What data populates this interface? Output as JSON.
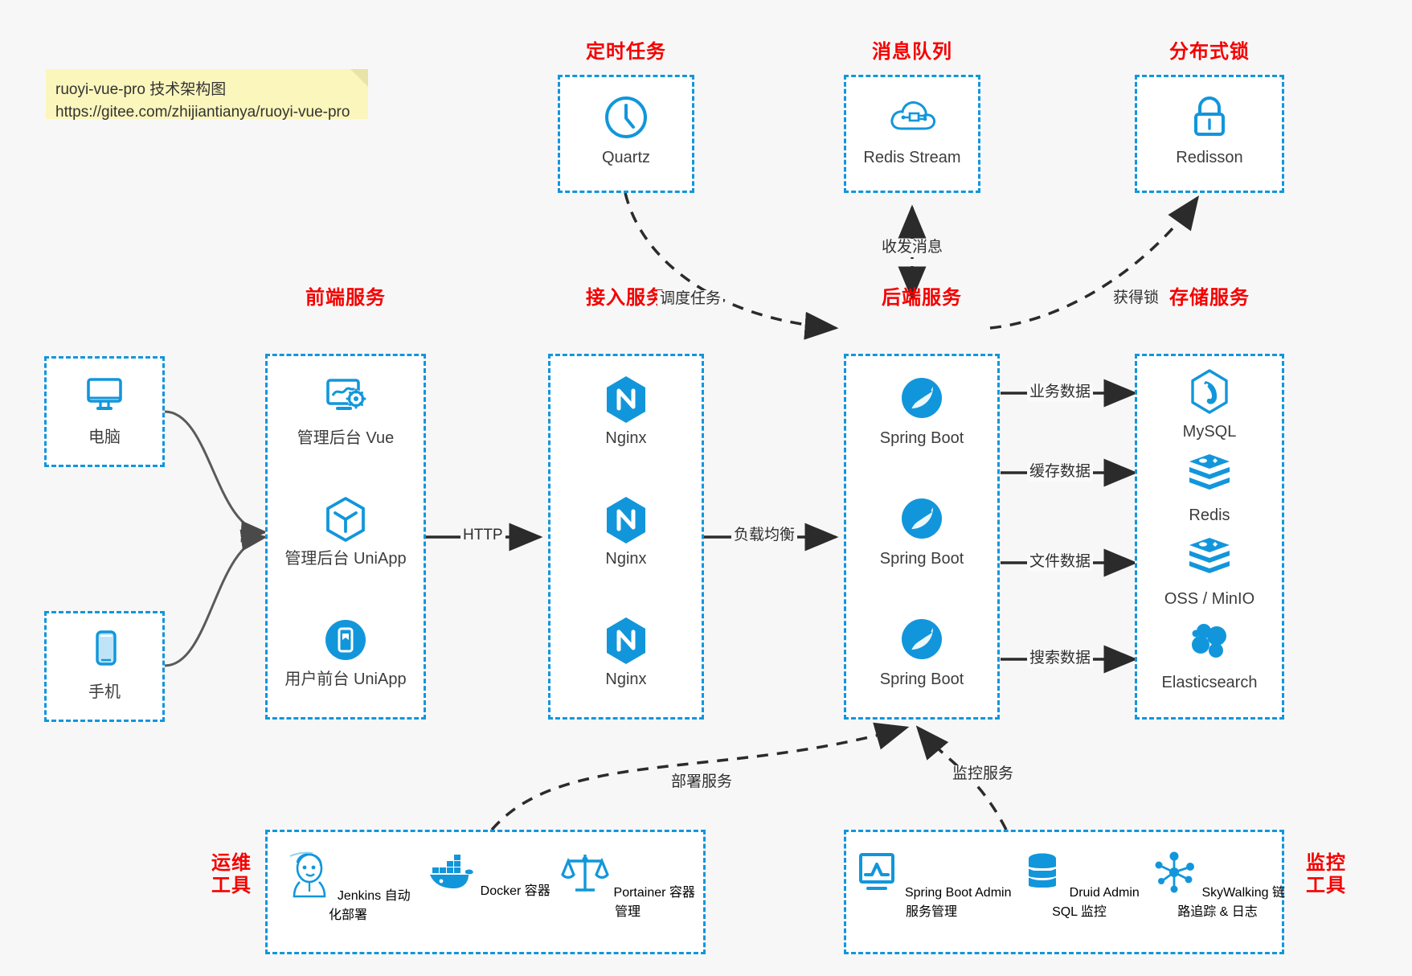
{
  "note": {
    "line1": "ruoyi-vue-pro 技术架构图",
    "line2": "https://gitee.com/zhijiantianya/ruoyi-vue-pro"
  },
  "colors": {
    "accent": "#1296db",
    "title_red": "#f40000",
    "note_bg": "#fbf6bc",
    "page_bg": "#f7f7f7",
    "text": "#3d3d3d"
  },
  "groups": {
    "scheduler": {
      "title": "定时任务",
      "nodes": [
        {
          "label": "Quartz",
          "icon": "clock-icon"
        }
      ]
    },
    "mq": {
      "title": "消息队列",
      "nodes": [
        {
          "label": "Redis Stream",
          "icon": "cloud-stream-icon"
        }
      ]
    },
    "lock": {
      "title": "分布式锁",
      "nodes": [
        {
          "label": "Redisson",
          "icon": "lock-icon"
        }
      ]
    },
    "clients": {
      "pc": {
        "label": "电脑",
        "icon": "monitor-icon"
      },
      "mobile": {
        "label": "手机",
        "icon": "phone-icon"
      }
    },
    "frontend": {
      "title": "前端服务",
      "nodes": [
        {
          "label": "管理后台 Vue",
          "icon": "dashboard-gear-icon"
        },
        {
          "label": "管理后台 UniApp",
          "icon": "hexagon-cube-icon"
        },
        {
          "label": "用户前台 UniApp",
          "icon": "app-square-icon"
        }
      ]
    },
    "gateway": {
      "title": "接入服务",
      "nodes": [
        {
          "label": "Nginx",
          "icon": "nginx-icon"
        },
        {
          "label": "Nginx",
          "icon": "nginx-icon"
        },
        {
          "label": "Nginx",
          "icon": "nginx-icon"
        }
      ]
    },
    "backend": {
      "title": "后端服务",
      "nodes": [
        {
          "label": "Spring Boot",
          "icon": "spring-boot-icon"
        },
        {
          "label": "Spring Boot",
          "icon": "spring-boot-icon"
        },
        {
          "label": "Spring Boot",
          "icon": "spring-boot-icon"
        }
      ]
    },
    "storage": {
      "title": "存储服务",
      "nodes": [
        {
          "label": "MySQL",
          "icon": "mysql-icon"
        },
        {
          "label": "Redis",
          "icon": "redis-icon"
        },
        {
          "label": "OSS / MinIO",
          "icon": "oss-minio-icon"
        },
        {
          "label": "Elasticsearch",
          "icon": "elasticsearch-icon"
        }
      ]
    },
    "devops": {
      "title_line1": "运维",
      "title_line2": "工具",
      "nodes": [
        {
          "label": "Jenkins",
          "sub": "自动化部署",
          "icon": "jenkins-icon"
        },
        {
          "label": "Docker",
          "sub": "容器",
          "icon": "docker-icon"
        },
        {
          "label": "Portainer",
          "sub": "容器管理",
          "icon": "scales-icon"
        }
      ]
    },
    "monitoring": {
      "title_line1": "监控",
      "title_line2": "工具",
      "nodes": [
        {
          "label": "Spring Boot Admin",
          "sub": "服务管理",
          "icon": "chart-monitor-icon"
        },
        {
          "label": "Druid Admin",
          "sub": "SQL 监控",
          "icon": "database-icon"
        },
        {
          "label": "SkyWalking",
          "sub": "链路追踪 & 日志",
          "icon": "skywalking-icon"
        }
      ]
    }
  },
  "edges": [
    {
      "id": "http",
      "label": "HTTP"
    },
    {
      "id": "load-balance",
      "label": "负载均衡"
    },
    {
      "id": "schedule-task",
      "label": "调度任务"
    },
    {
      "id": "send-receive",
      "label": "收发消息"
    },
    {
      "id": "acquire-lock",
      "label": "获得锁"
    },
    {
      "id": "business-data",
      "label": "业务数据"
    },
    {
      "id": "cache-data",
      "label": "缓存数据"
    },
    {
      "id": "file-data",
      "label": "文件数据"
    },
    {
      "id": "search-data",
      "label": "搜索数据"
    },
    {
      "id": "deploy-service",
      "label": "部署服务"
    },
    {
      "id": "monitor-service",
      "label": "监控服务"
    }
  ]
}
